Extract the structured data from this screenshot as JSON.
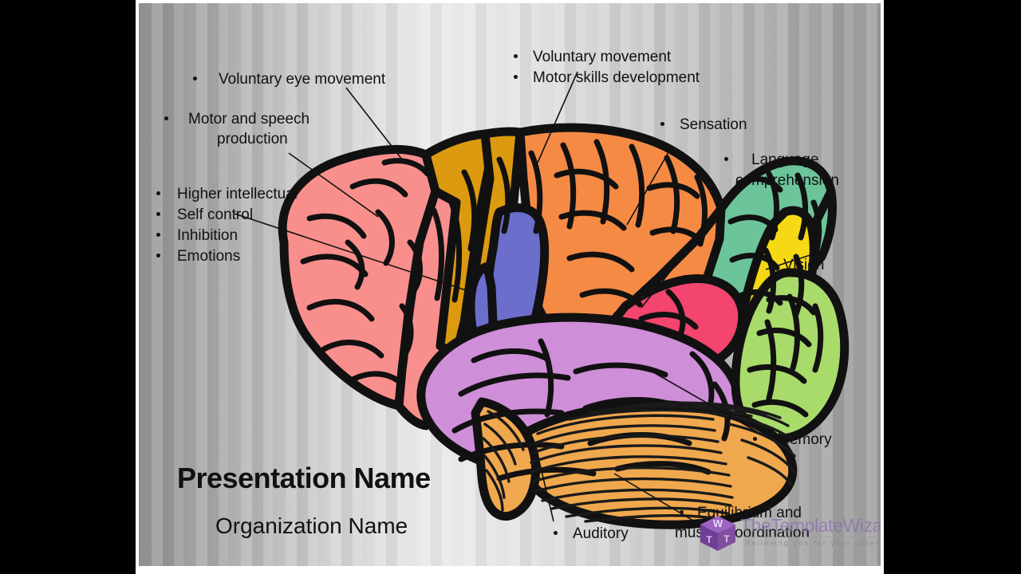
{
  "slide": {
    "title": "Presentation Name",
    "organization": "Organization Name",
    "background_color": "#c8c8c8",
    "letterbox_color": "#000000"
  },
  "labels": [
    {
      "id": "voluntary-eye-movement",
      "text": "Voluntary eye movement"
    },
    {
      "id": "motor-and-speech-production-line1",
      "text": "Motor and speech"
    },
    {
      "id": "motor-and-speech-production-line2",
      "text": "production"
    },
    {
      "id": "higher-intellectual",
      "text": "Higher intellectual"
    },
    {
      "id": "self-control",
      "text": "Self control"
    },
    {
      "id": "inhibition",
      "text": "Inhibition"
    },
    {
      "id": "emotions",
      "text": "Emotions"
    },
    {
      "id": "voluntary-movement",
      "text": "Voluntary movement"
    },
    {
      "id": "motor-skills-development",
      "text": "Motor skills development"
    },
    {
      "id": "sensation",
      "text": "Sensation"
    },
    {
      "id": "language-comprehension-line1",
      "text": "Language"
    },
    {
      "id": "language-comprehension-line2",
      "text": "comprehension"
    },
    {
      "id": "vision",
      "text": "Vision"
    },
    {
      "id": "memory",
      "text": "Memory"
    },
    {
      "id": "auditory",
      "text": "Auditory"
    },
    {
      "id": "equilibrium-line1",
      "text": "Equilibrium and"
    },
    {
      "id": "equilibrium-line2",
      "text": "muscle coordination"
    }
  ],
  "watermark": {
    "name_part1": "TheTemplate",
    "name_part2": "Wizard",
    "tagline": "Relieving you for your core!",
    "cube_top_letter": "W",
    "cube_front_letter": "T",
    "cube_side_letter": "T",
    "brand_color": "#7b4fa0"
  },
  "brain_regions": [
    {
      "name": "frontal-lobe",
      "color": "#f98f8c"
    },
    {
      "name": "premotor-cortex",
      "color": "#dc9a10"
    },
    {
      "name": "motor-cortex",
      "color": "#f58a45"
    },
    {
      "name": "brocas-area",
      "color": "#6b6ecb"
    },
    {
      "name": "somatosensory-cortex",
      "color": "#6cc49a"
    },
    {
      "name": "wernickes-area",
      "color": "#f6d914"
    },
    {
      "name": "angular-gyrus",
      "color": "#f3456d"
    },
    {
      "name": "temporal-lobe",
      "color": "#cf8ed8"
    },
    {
      "name": "occipital-lobe",
      "color": "#a9db6b"
    },
    {
      "name": "cerebellum",
      "color": "#f0a84e"
    }
  ]
}
